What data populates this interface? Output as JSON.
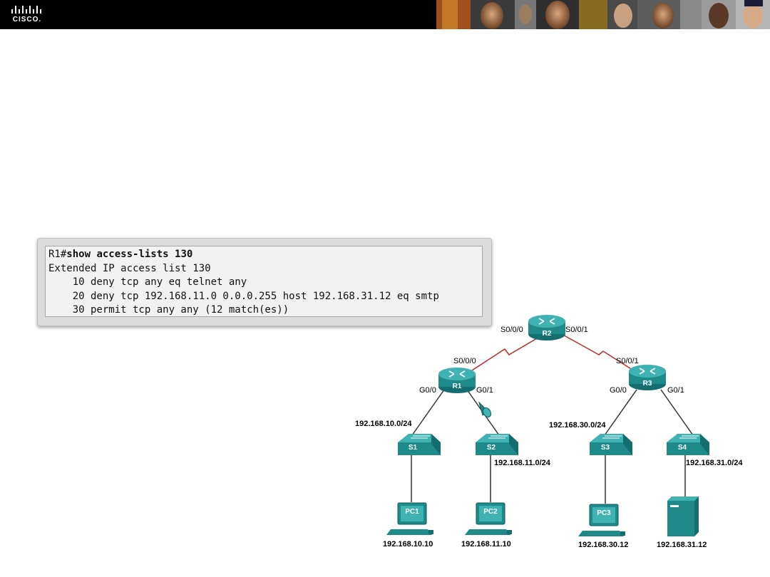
{
  "header": {
    "logo_text": "CISCO."
  },
  "cli": {
    "lines": [
      {
        "prompt": "R1#",
        "command": "show access-lists 130"
      },
      {
        "text": "Extended IP access list 130"
      },
      {
        "text": "    10 deny tcp any eq telnet any"
      },
      {
        "text": "    20 deny tcp 192.168.11.0 0.0.0.255 host 192.168.31.12 eq smtp"
      },
      {
        "text": "    30 permit tcp any any (12 match(es))"
      }
    ]
  },
  "topology": {
    "routers": {
      "r1": "R1",
      "r2": "R2",
      "r3": "R3"
    },
    "switches": {
      "s1": "S1",
      "s2": "S2",
      "s3": "S3",
      "s4": "S4"
    },
    "pcs": {
      "pc1": "PC1",
      "pc2": "PC2",
      "pc3": "PC3"
    },
    "interfaces": {
      "r2_left": "S0/0/0",
      "r2_right": "S0/0/1",
      "r1_serial": "S0/0/0",
      "r3_serial": "S0/0/1",
      "r1_g00": "G0/0",
      "r1_g01": "G0/1",
      "r3_g00": "G0/0",
      "r3_g01": "G0/1"
    },
    "networks": {
      "net10": "192.168.10.0/24",
      "net11": "192.168.11.0/24",
      "net30": "192.168.30.0/24",
      "net31": "192.168.31.0/24"
    },
    "hosts": {
      "pc1_ip": "192.168.10.10",
      "pc2_ip": "192.168.11.10",
      "pc3_ip": "192.168.30.12",
      "server_ip": "192.168.31.12"
    },
    "colors": {
      "device": "#1f8a8a",
      "device_top": "#3fb3b3",
      "serial_link": "#c0282d",
      "ethernet_link": "#333333"
    }
  }
}
